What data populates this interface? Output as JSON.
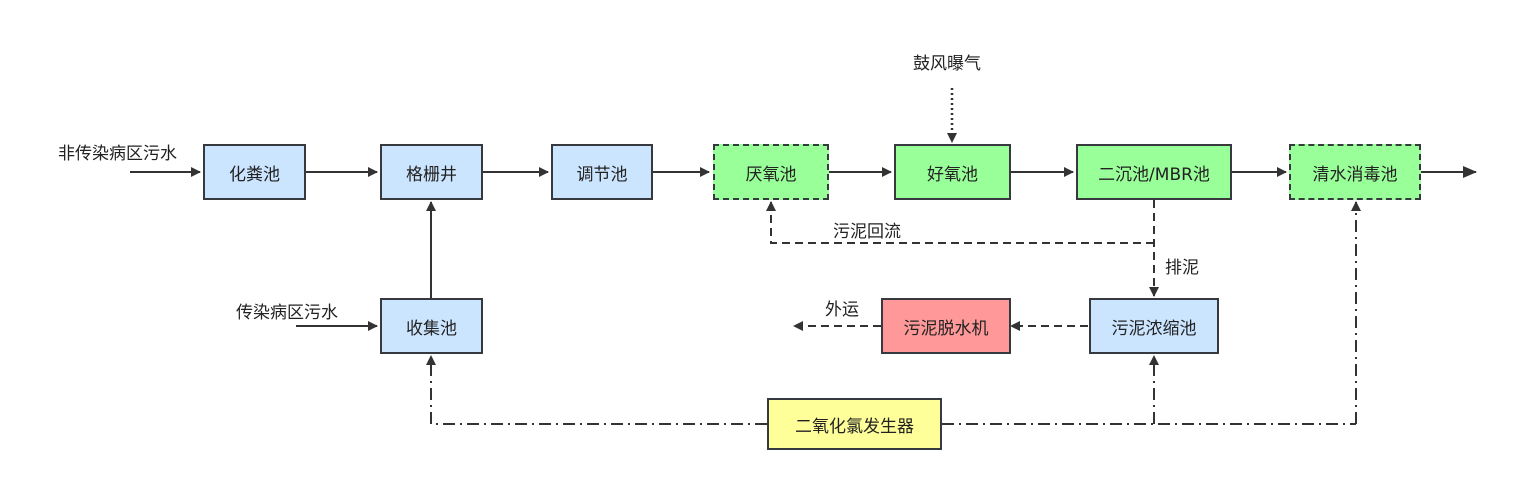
{
  "nodes": {
    "septic_tank": "化粪池",
    "screen_well": "格栅井",
    "equalization_tank": "调节池",
    "anaerobic_tank": "厌氧池",
    "aerobic_tank": "好氧池",
    "secondary_clarifier_mbr": "二沉池/MBR池",
    "clean_water_disinfection": "清水消毒池",
    "collection_tank": "收集池",
    "sludge_dewatering": "污泥脱水机",
    "sludge_thickener": "污泥浓缩池",
    "chlorine_dioxide_generator": "二氧化氯发生器"
  },
  "labels": {
    "non_infectious_sewage": "非传染病区污水",
    "infectious_sewage": "传染病区污水",
    "blower_aeration": "鼓风曝气",
    "sludge_return": "污泥回流",
    "sludge_discharge": "排泥",
    "transport_out": "外运"
  },
  "colors": {
    "blue_fill": "#cce5ff",
    "green_fill": "#99ff99",
    "red_fill": "#ff9999",
    "yellow_fill": "#ffff99",
    "stroke": "#36393d"
  }
}
